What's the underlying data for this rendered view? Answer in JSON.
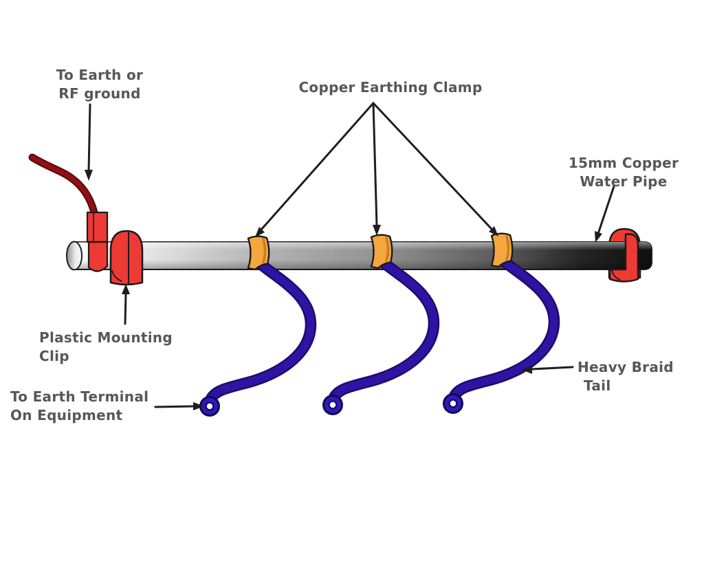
{
  "labels": {
    "earth_ground": {
      "line1": "To Earth or",
      "line2": "RF ground"
    },
    "copper_clamp": {
      "line1": "Copper Earthing Clamp"
    },
    "water_pipe": {
      "line1": "15mm Copper",
      "line2": "Water Pipe"
    },
    "mounting_clip": {
      "line1": "Plastic Mounting",
      "line2": "Clip"
    },
    "earth_terminal": {
      "line1": "To Earth Terminal",
      "line2": "On Equipment"
    },
    "braid_tail": {
      "line1": "Heavy Braid",
      "line2": "Tail"
    }
  },
  "components": [
    "copper-water-pipe",
    "earth-wire",
    "earth-wire-clamp",
    "plastic-mounting-clip-left",
    "plastic-mounting-clip-right",
    "copper-earthing-clamp-1",
    "copper-earthing-clamp-2",
    "copper-earthing-clamp-3",
    "heavy-braid-tail-1",
    "heavy-braid-tail-2",
    "heavy-braid-tail-3",
    "ring-terminal-1",
    "ring-terminal-2",
    "ring-terminal-3"
  ],
  "colors": {
    "label_text": "#575757",
    "arrow": "#1e1e1e",
    "pipe_light_end": "#fdfdfd",
    "pipe_dark_end": "#0f0f0f",
    "clamp_orange": "#f4a63f",
    "clamp_orange_shade": "#c97e1c",
    "clip_red": "#ee3a34",
    "wire_maroon": "#8e1014",
    "braid_indigo": "#2f14a3",
    "braid_outline": "#1d0b6b",
    "ring_blue": "#2b1ac0"
  }
}
